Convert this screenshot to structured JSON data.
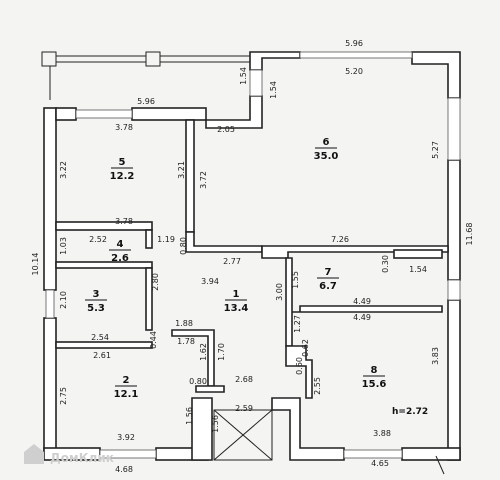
{
  "watermark": "ДомКлик",
  "ceiling_height": "h=2.72",
  "rooms": [
    {
      "number": "1",
      "area": "13.4"
    },
    {
      "number": "2",
      "area": "12.1"
    },
    {
      "number": "3",
      "area": "5.3"
    },
    {
      "number": "4",
      "area": "2.6"
    },
    {
      "number": "5",
      "area": "12.2"
    },
    {
      "number": "6",
      "area": "35.0"
    },
    {
      "number": "7",
      "area": "6.7"
    },
    {
      "number": "8",
      "area": "15.6"
    }
  ],
  "dimensions": [
    "5.96",
    "5.20",
    "1.54",
    "1.54",
    "5.96",
    "3.78",
    "2.05",
    "3.22",
    "3.21",
    "3.72",
    "5.27",
    "11.68",
    "3.78",
    "2.52",
    "1.19",
    "1.03",
    "0.80",
    "2.77",
    "7.26",
    "0.30",
    "1.54",
    "10.14",
    "2.80",
    "3.94",
    "1.55",
    "2.10",
    "2.54",
    "3.00",
    "4.49",
    "4.49",
    "1.27",
    "1.88",
    "0.44",
    "1.78",
    "1.62",
    "1.70",
    "0.62",
    "0.60",
    "2.61",
    "2.75",
    "3.83",
    "0.80",
    "2.68",
    "2.55",
    "1.56",
    "1.56",
    "2.59",
    "3.92",
    "3.88",
    "4.68",
    "4.65"
  ]
}
